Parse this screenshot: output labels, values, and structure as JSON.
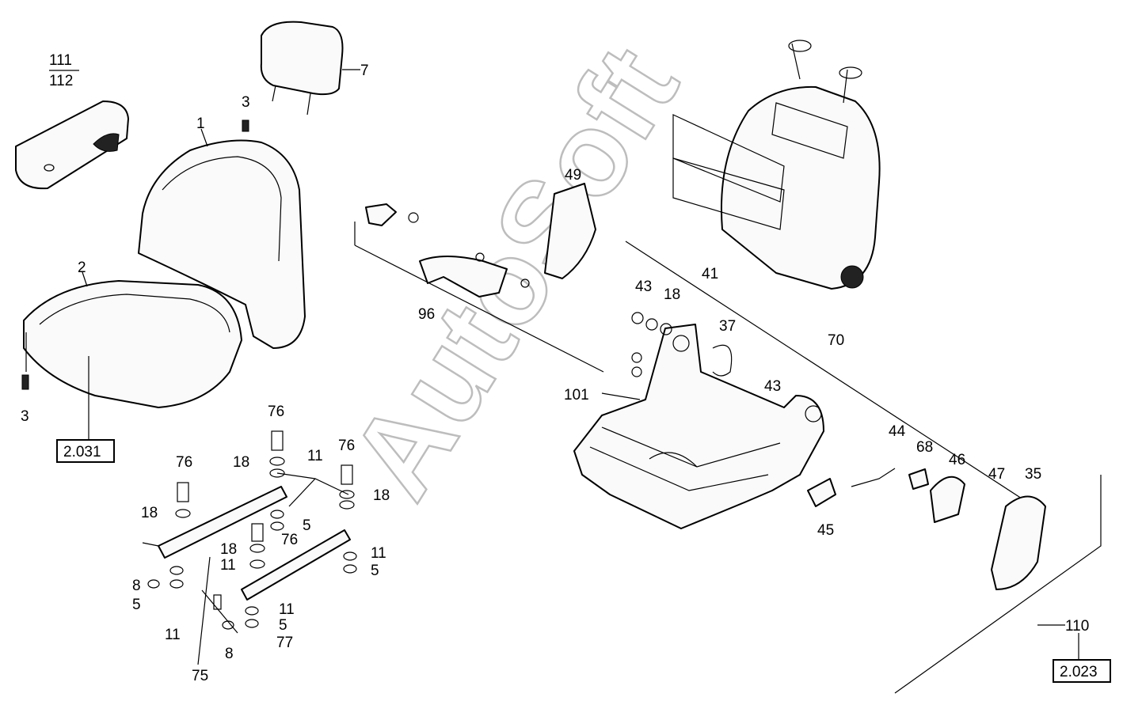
{
  "watermark": "AutoSoft",
  "labels": {
    "l111": "111",
    "l112": "112",
    "l7": "7",
    "l3a": "3",
    "l1": "1",
    "l2": "2",
    "l3b": "3",
    "l49": "49",
    "l96": "96",
    "l43a": "43",
    "l18a": "18",
    "l41": "41",
    "l37": "37",
    "l70": "70",
    "l101": "101",
    "l43b": "43",
    "l44": "44",
    "l68": "68",
    "l46": "46",
    "l47": "47",
    "l35": "35",
    "l45": "45",
    "l76a": "76",
    "l11a": "11",
    "l18b": "18",
    "l76b": "76",
    "l76c": "76",
    "l18c": "18",
    "l18d": "18",
    "l5a": "5",
    "l76d": "76",
    "l18e": "18",
    "l11b": "11",
    "l11c": "11",
    "l5b": "5",
    "l8a": "8",
    "l5c": "5",
    "l11d": "11",
    "l11e": "11",
    "l5d": "5",
    "l77": "77",
    "l8b": "8",
    "l75": "75",
    "l110": "110"
  },
  "references": {
    "ref_left": "2.031",
    "ref_right": "2.023"
  }
}
